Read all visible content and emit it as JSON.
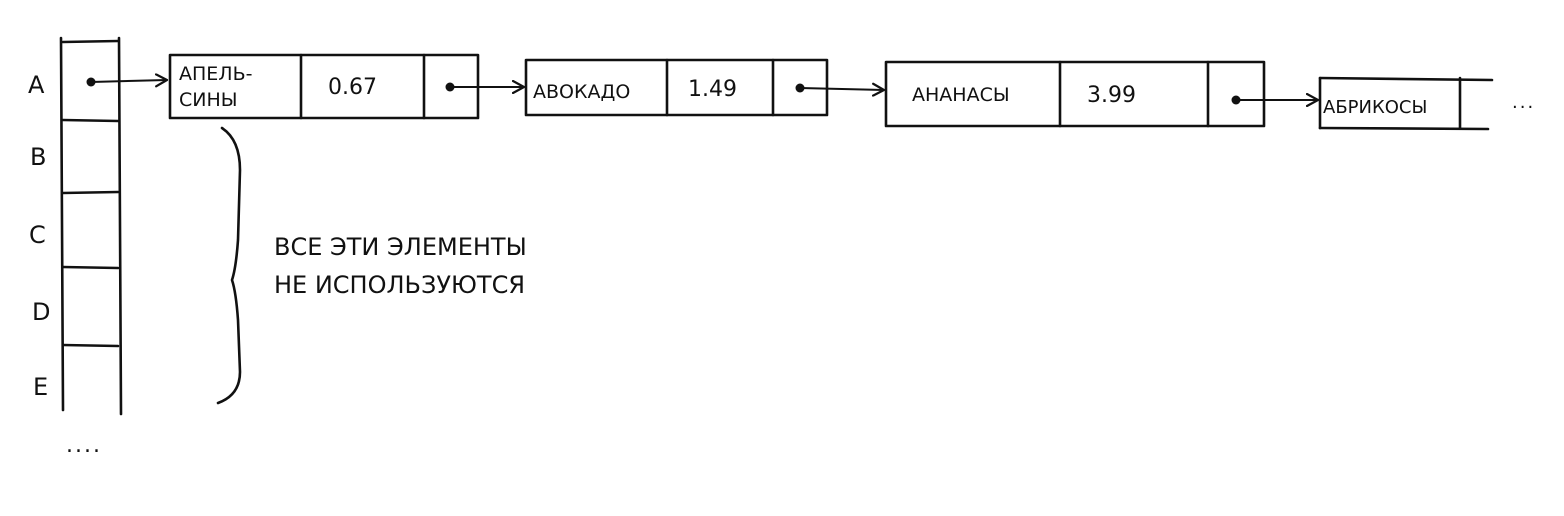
{
  "table": {
    "rows": [
      "A",
      "B",
      "C",
      "D",
      "E"
    ],
    "continuation": "...."
  },
  "chain": [
    {
      "name_lines": [
        "АПЕЛЬ-",
        "СИНЫ"
      ],
      "price": "0.67"
    },
    {
      "name_lines": [
        "АВОКАДО"
      ],
      "price": "1.49"
    },
    {
      "name_lines": [
        "АНАНАСЫ"
      ],
      "price": "3.99"
    },
    {
      "name_lines": [
        "АБРИКОСЫ"
      ],
      "price": ""
    }
  ],
  "chain_continuation": "...",
  "annotation": {
    "line1": "ВСЕ ЭТИ ЭЛЕМЕНТЫ",
    "line2": "НЕ ИСПОЛЬЗУЮТСЯ"
  }
}
